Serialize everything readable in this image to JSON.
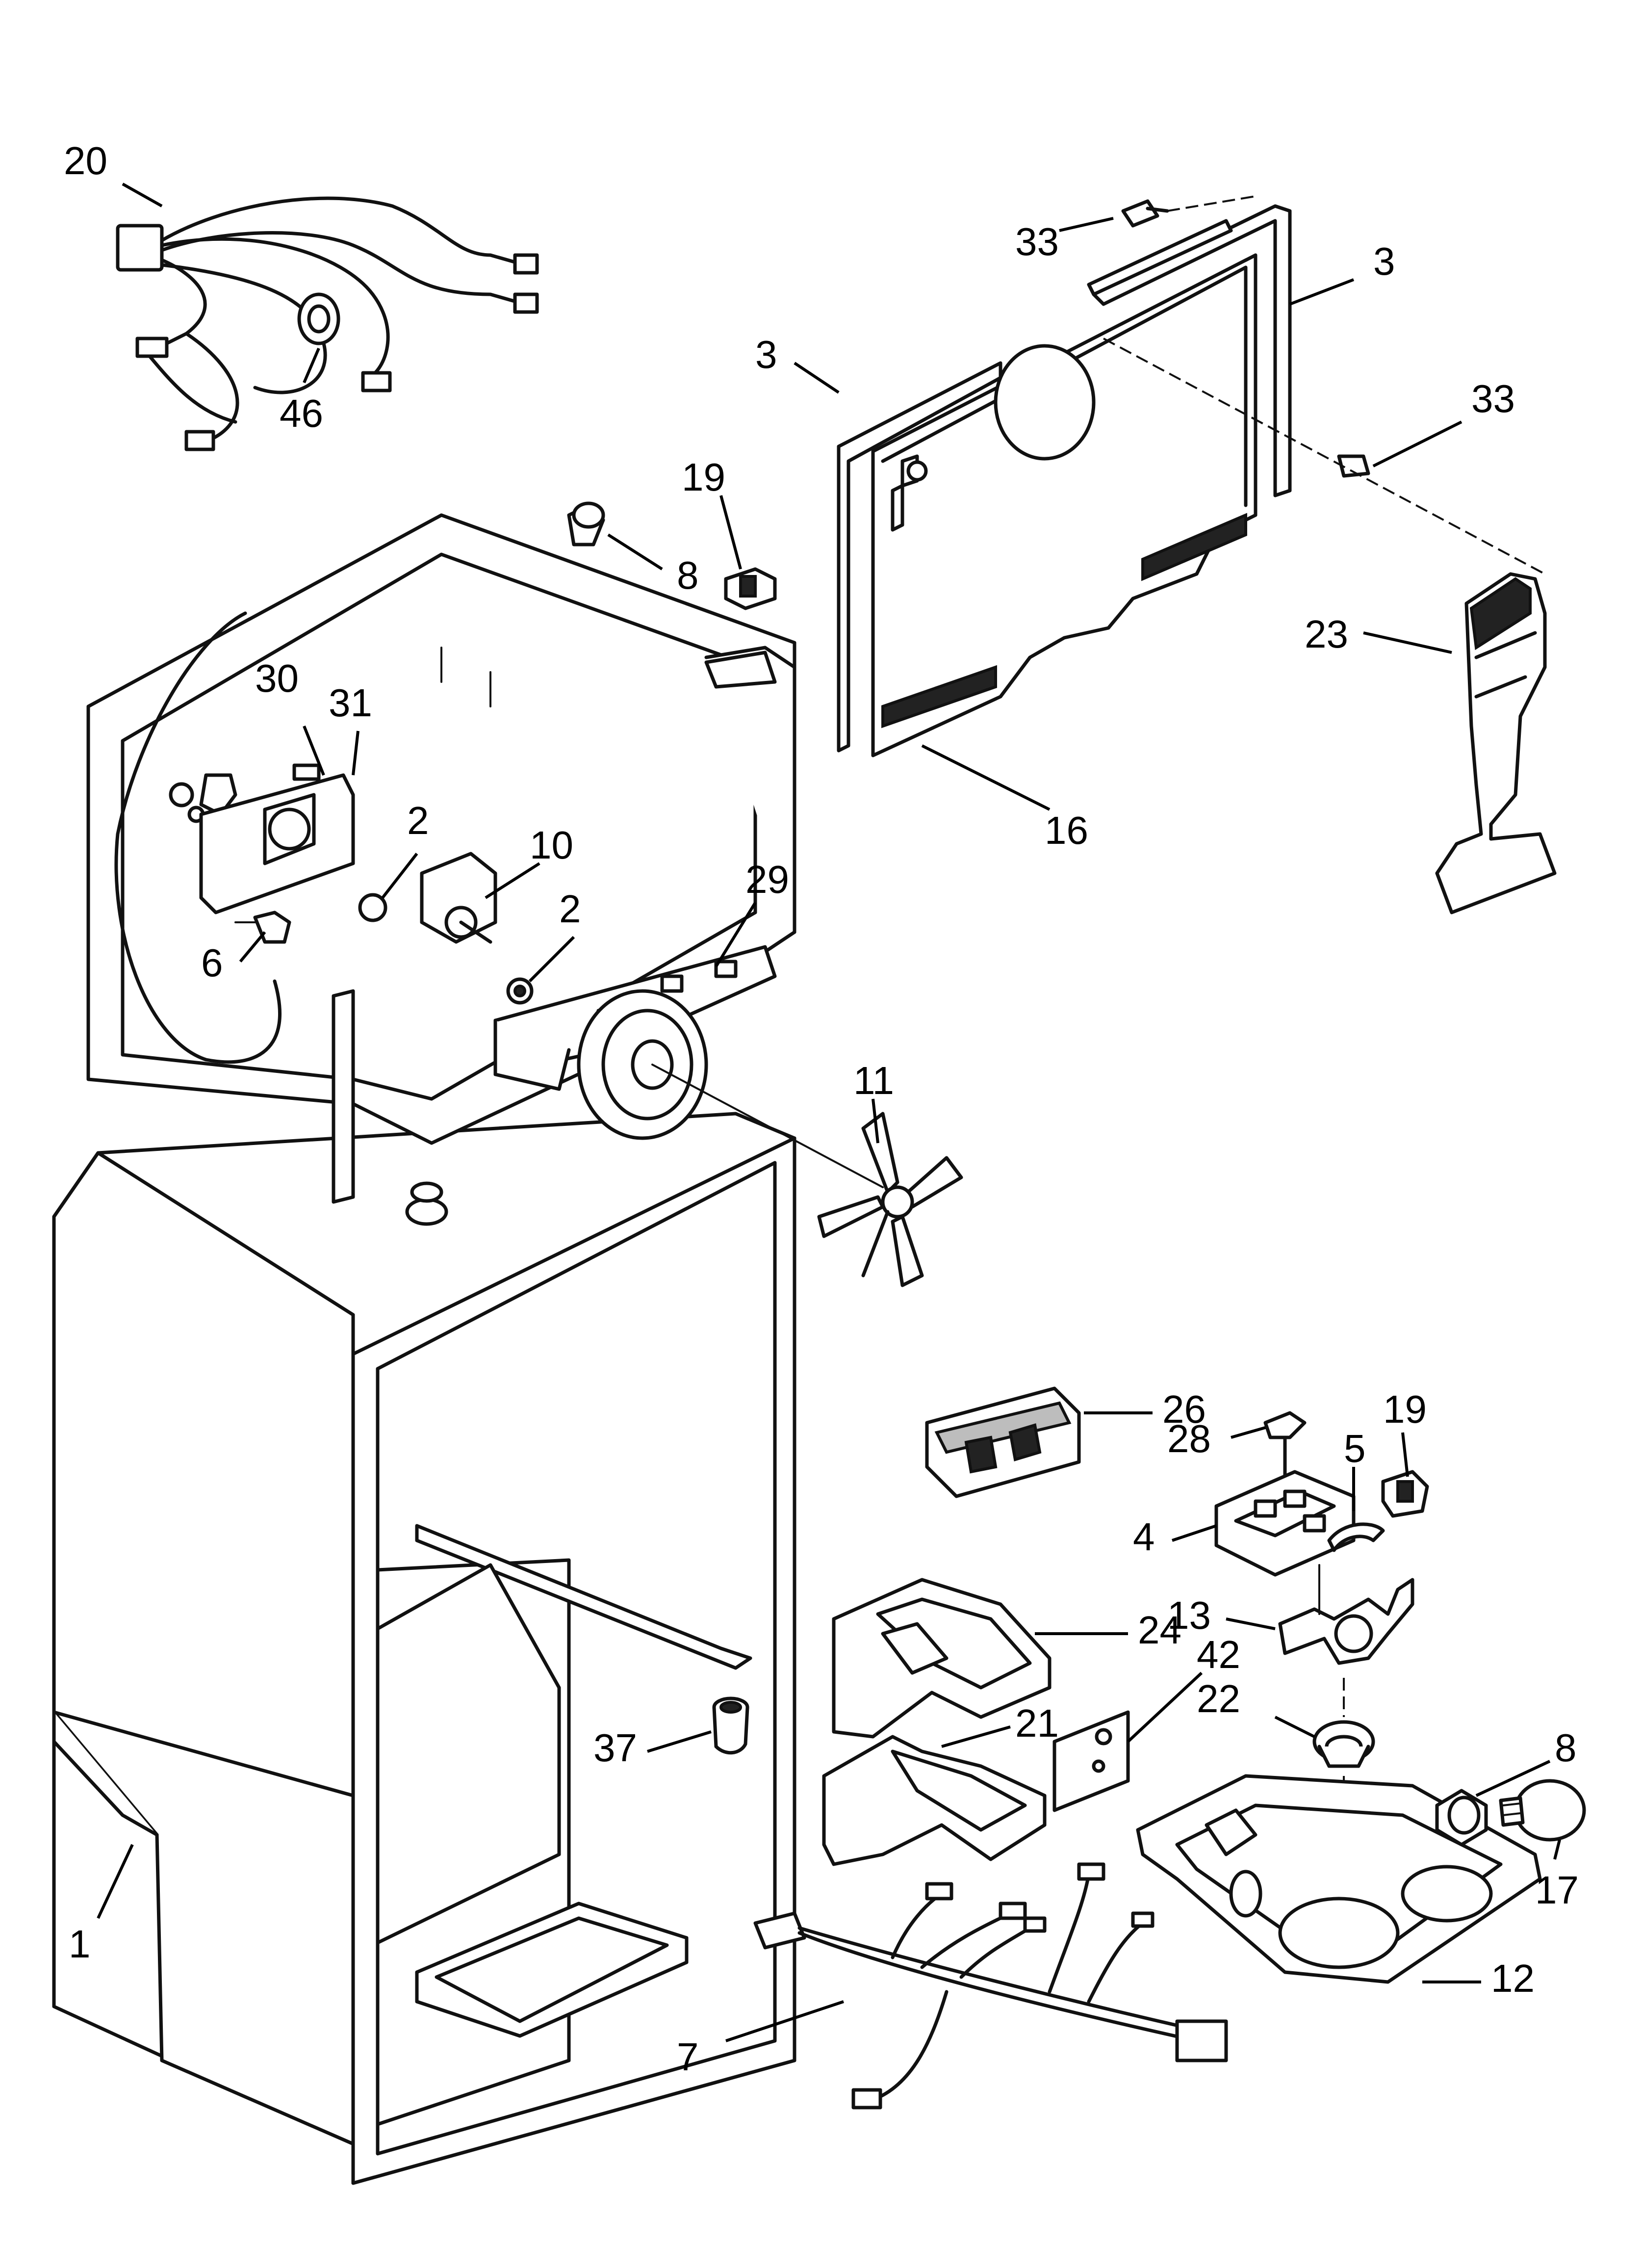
{
  "diagram": {
    "callouts": [
      {
        "id": "c20a",
        "label": "20"
      },
      {
        "id": "c46",
        "label": "46"
      },
      {
        "id": "c33a",
        "label": "33"
      },
      {
        "id": "c3a",
        "label": "3"
      },
      {
        "id": "c3b",
        "label": "3"
      },
      {
        "id": "c33b",
        "label": "33"
      },
      {
        "id": "c19a",
        "label": "19"
      },
      {
        "id": "c8a",
        "label": "8"
      },
      {
        "id": "c23",
        "label": "23"
      },
      {
        "id": "c30",
        "label": "30"
      },
      {
        "id": "c31",
        "label": "31"
      },
      {
        "id": "c16",
        "label": "16"
      },
      {
        "id": "c2a",
        "label": "2"
      },
      {
        "id": "c10",
        "label": "10"
      },
      {
        "id": "c29",
        "label": "29"
      },
      {
        "id": "c2b",
        "label": "2"
      },
      {
        "id": "c6",
        "label": "6"
      },
      {
        "id": "c11",
        "label": "11"
      },
      {
        "id": "c26",
        "label": "26"
      },
      {
        "id": "c19b",
        "label": "19"
      },
      {
        "id": "c28",
        "label": "28"
      },
      {
        "id": "c5",
        "label": "5"
      },
      {
        "id": "c4",
        "label": "4"
      },
      {
        "id": "c13",
        "label": "13"
      },
      {
        "id": "c24",
        "label": "24"
      },
      {
        "id": "c42",
        "label": "42"
      },
      {
        "id": "c22",
        "label": "22"
      },
      {
        "id": "c37",
        "label": "37"
      },
      {
        "id": "c21",
        "label": "21"
      },
      {
        "id": "c8b",
        "label": "8"
      },
      {
        "id": "c17",
        "label": "17"
      },
      {
        "id": "c1",
        "label": "1"
      },
      {
        "id": "c12",
        "label": "12"
      },
      {
        "id": "c7",
        "label": "7"
      }
    ]
  }
}
